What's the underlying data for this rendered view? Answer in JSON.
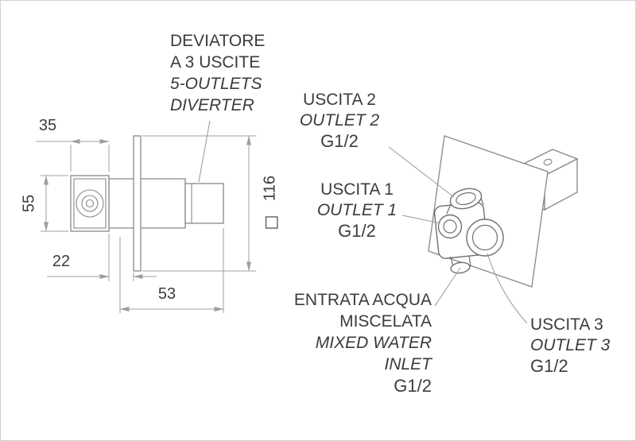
{
  "colors": {
    "dimension_line": "#9aa0a2",
    "object_line": "#85898b",
    "detail_line": "#6d7174",
    "text": "#3b3c3e",
    "background": "#ffffff",
    "page_border": "#cfd2d3"
  },
  "title_block": {
    "line1": "DEVIATORE",
    "line2": "A 3 USCITE",
    "line3": "5-OUTLETS",
    "line4": "DIVERTER"
  },
  "dimensions": {
    "block_width": "35",
    "block_height": "55",
    "block_depth": "22",
    "handle_length": "53",
    "plate_size": "116",
    "plate_square_symbol": "□"
  },
  "port_labels": {
    "outlet2": {
      "name_it": "USCITA 2",
      "name_en": "OUTLET 2",
      "thread": "G1/2"
    },
    "outlet1": {
      "name_it": "USCITA 1",
      "name_en": "OUTLET 1",
      "thread": "G1/2"
    },
    "inlet": {
      "name_it_line1": "ENTRATA ACQUA",
      "name_it_line2": "MISCELATA",
      "name_en_line1": "MIXED WATER",
      "name_en_line2": "INLET",
      "thread": "G1/2"
    },
    "outlet3": {
      "name_it": "USCITA 3",
      "name_en": "OUTLET 3",
      "thread": "G1/2"
    }
  }
}
